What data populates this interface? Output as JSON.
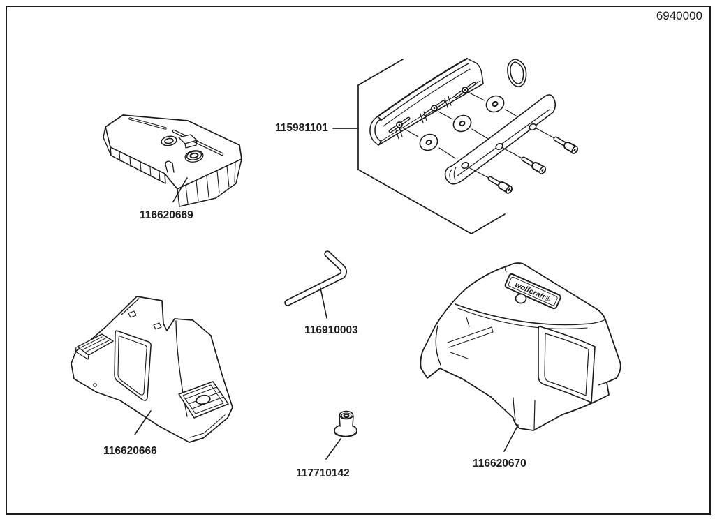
{
  "document": {
    "number": "6940000"
  },
  "brand": {
    "logo_text": "wolfcraft®"
  },
  "parts": [
    {
      "number": "115981101"
    },
    {
      "number": "116620669"
    },
    {
      "number": "116910003"
    },
    {
      "number": "116620666"
    },
    {
      "number": "117710142"
    },
    {
      "number": "116620670"
    }
  ]
}
